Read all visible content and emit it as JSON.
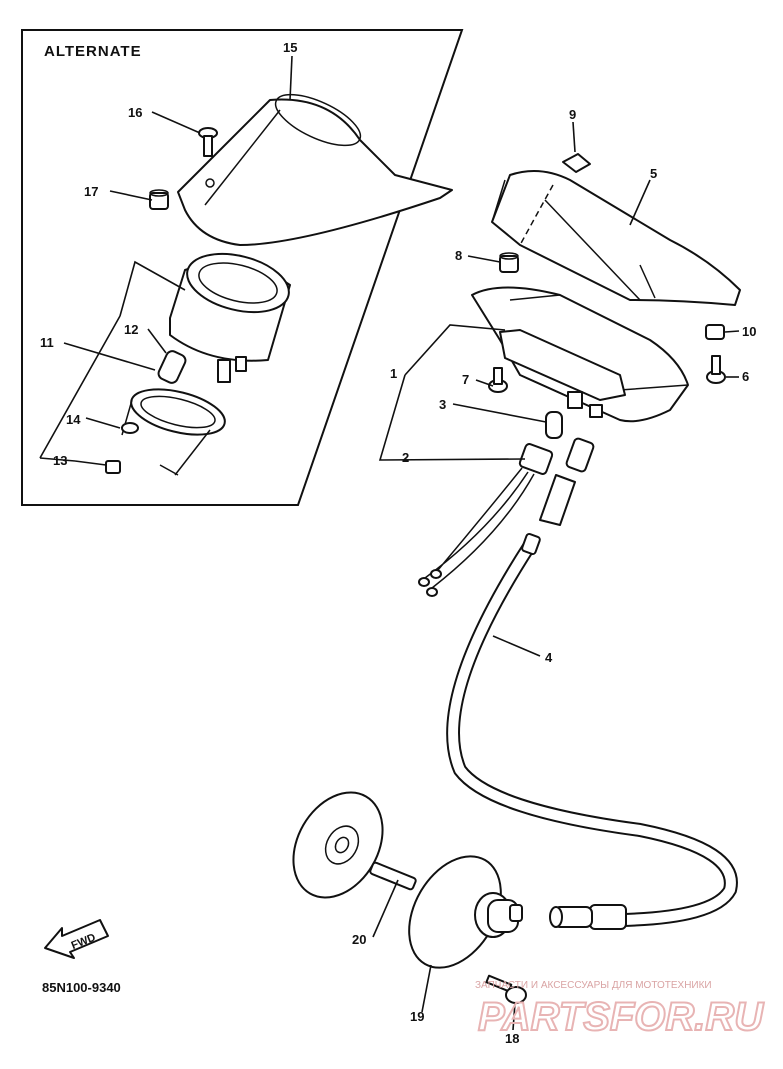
{
  "diagram": {
    "alternate_label": "ALTERNATE",
    "part_code": "85N100-9340",
    "fwd_label": "FWD",
    "callouts": [
      "1",
      "2",
      "3",
      "4",
      "5",
      "6",
      "7",
      "8",
      "9",
      "10",
      "11",
      "12",
      "13",
      "14",
      "15",
      "16",
      "17",
      "18",
      "19",
      "20"
    ]
  },
  "watermark": {
    "tagline": "ЗАПЧАСТИ И АКСЕССУАРЫ ДЛЯ МОТОТЕХНИКИ",
    "brand": "PARTSFOR.RU"
  }
}
